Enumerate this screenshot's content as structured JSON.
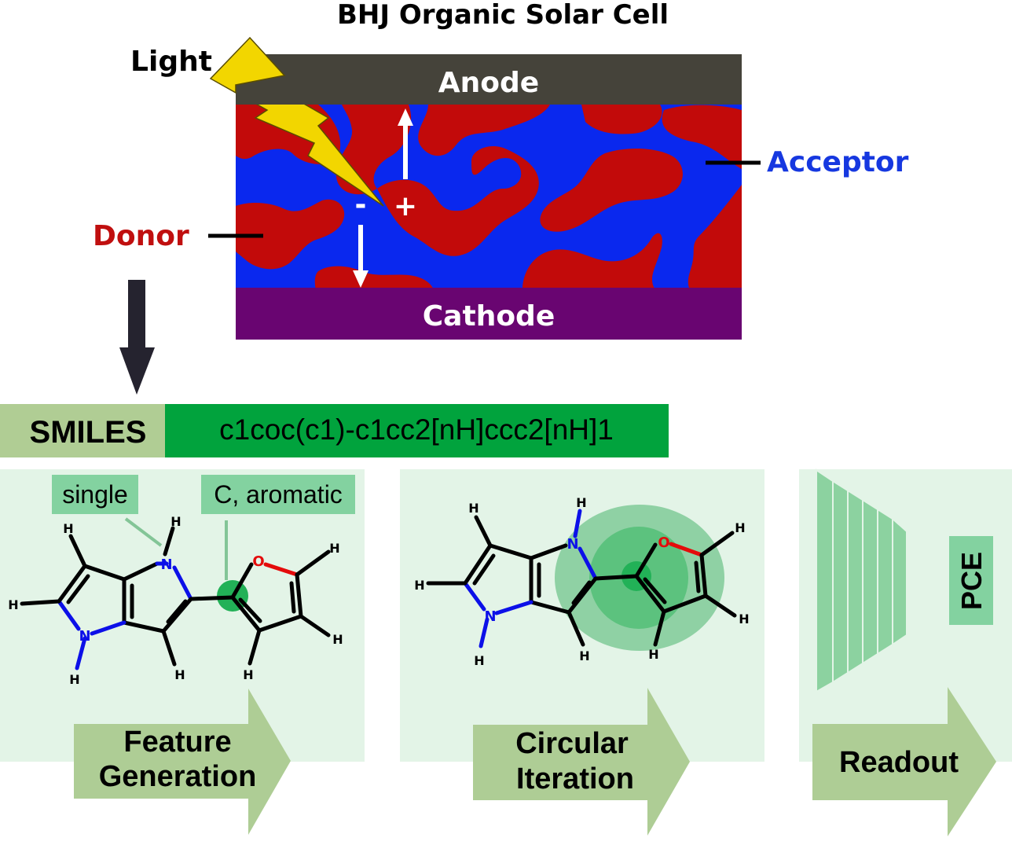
{
  "title": "BHJ Organic Solar Cell",
  "cell": {
    "light_label": "Light",
    "anode_label": "Anode",
    "cathode_label": "Cathode",
    "acceptor_label": "Acceptor",
    "donor_label": "Donor",
    "minus_sign": "-",
    "plus_sign": "+"
  },
  "smiles": {
    "label": "SMILES",
    "string": "c1coc(c1)-c1cc2[nH]ccc2[nH]1"
  },
  "panels": {
    "feature": {
      "tag_bond": "single",
      "tag_atom": "C, aromatic",
      "step_line1": "Feature",
      "step_line2": "Generation"
    },
    "circular": {
      "step_line1": "Circular",
      "step_line2": "Iteration"
    },
    "readout": {
      "output_label": "PCE",
      "step_label": "Readout"
    }
  },
  "atoms": {
    "H": "H",
    "N": "N",
    "O": "O"
  },
  "colors": {
    "anode": "#45433a",
    "cathode": "#690571",
    "acceptor": "#0a28ee",
    "donor": "#c20a0a",
    "lightning": "#f2d600",
    "smiles_label_bg": "#b0cd94",
    "smiles_bg": "#01a33d",
    "panel_bg": "#e3f4e7",
    "arrow_green": "#aecd95",
    "tag_green": "#83d2a0",
    "highlight": "#22b157",
    "acceptor_text": "#1638e0",
    "donor_text": "#c00f0f",
    "nitrogen": "#0c10e8",
    "oxygen": "#e40b0b"
  }
}
